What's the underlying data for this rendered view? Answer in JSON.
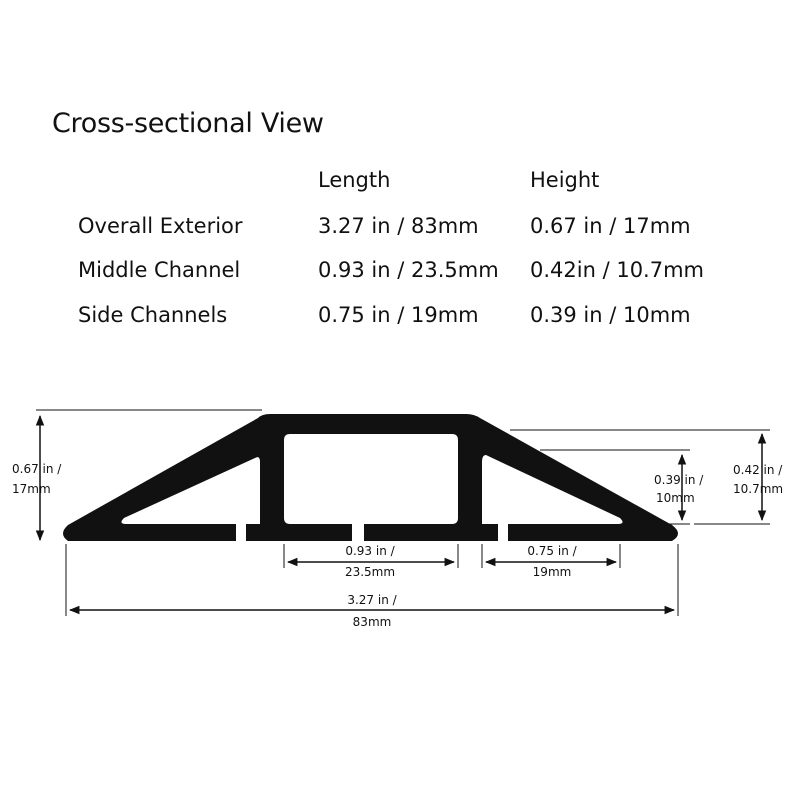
{
  "title": "Cross-sectional View",
  "table": {
    "headers": [
      "",
      "Length",
      "Height"
    ],
    "rows": [
      {
        "label": "Overall Exterior",
        "length": "3.27 in / 83mm",
        "height": "0.67 in / 17mm"
      },
      {
        "label": "Middle Channel",
        "length": "0.93 in / 23.5mm",
        "height": "0.42in / 10.7mm"
      },
      {
        "label": "Side Channels",
        "length": "0.75 in / 19mm",
        "height": "0.39 in / 10mm"
      }
    ]
  },
  "dimensions": {
    "overall_height": [
      "0.67 in /",
      "17mm"
    ],
    "middle_width": [
      "0.93 in /",
      "23.5mm"
    ],
    "side_width": [
      "0.75 in /",
      "19mm"
    ],
    "side_height": [
      "0.39 in /",
      "10mm"
    ],
    "middle_height": [
      "0.42 in /",
      "10.7mm"
    ],
    "overall_length": [
      "3.27 in /",
      "83mm"
    ]
  },
  "colors": {
    "profile": "#111111",
    "background": "#ffffff"
  }
}
